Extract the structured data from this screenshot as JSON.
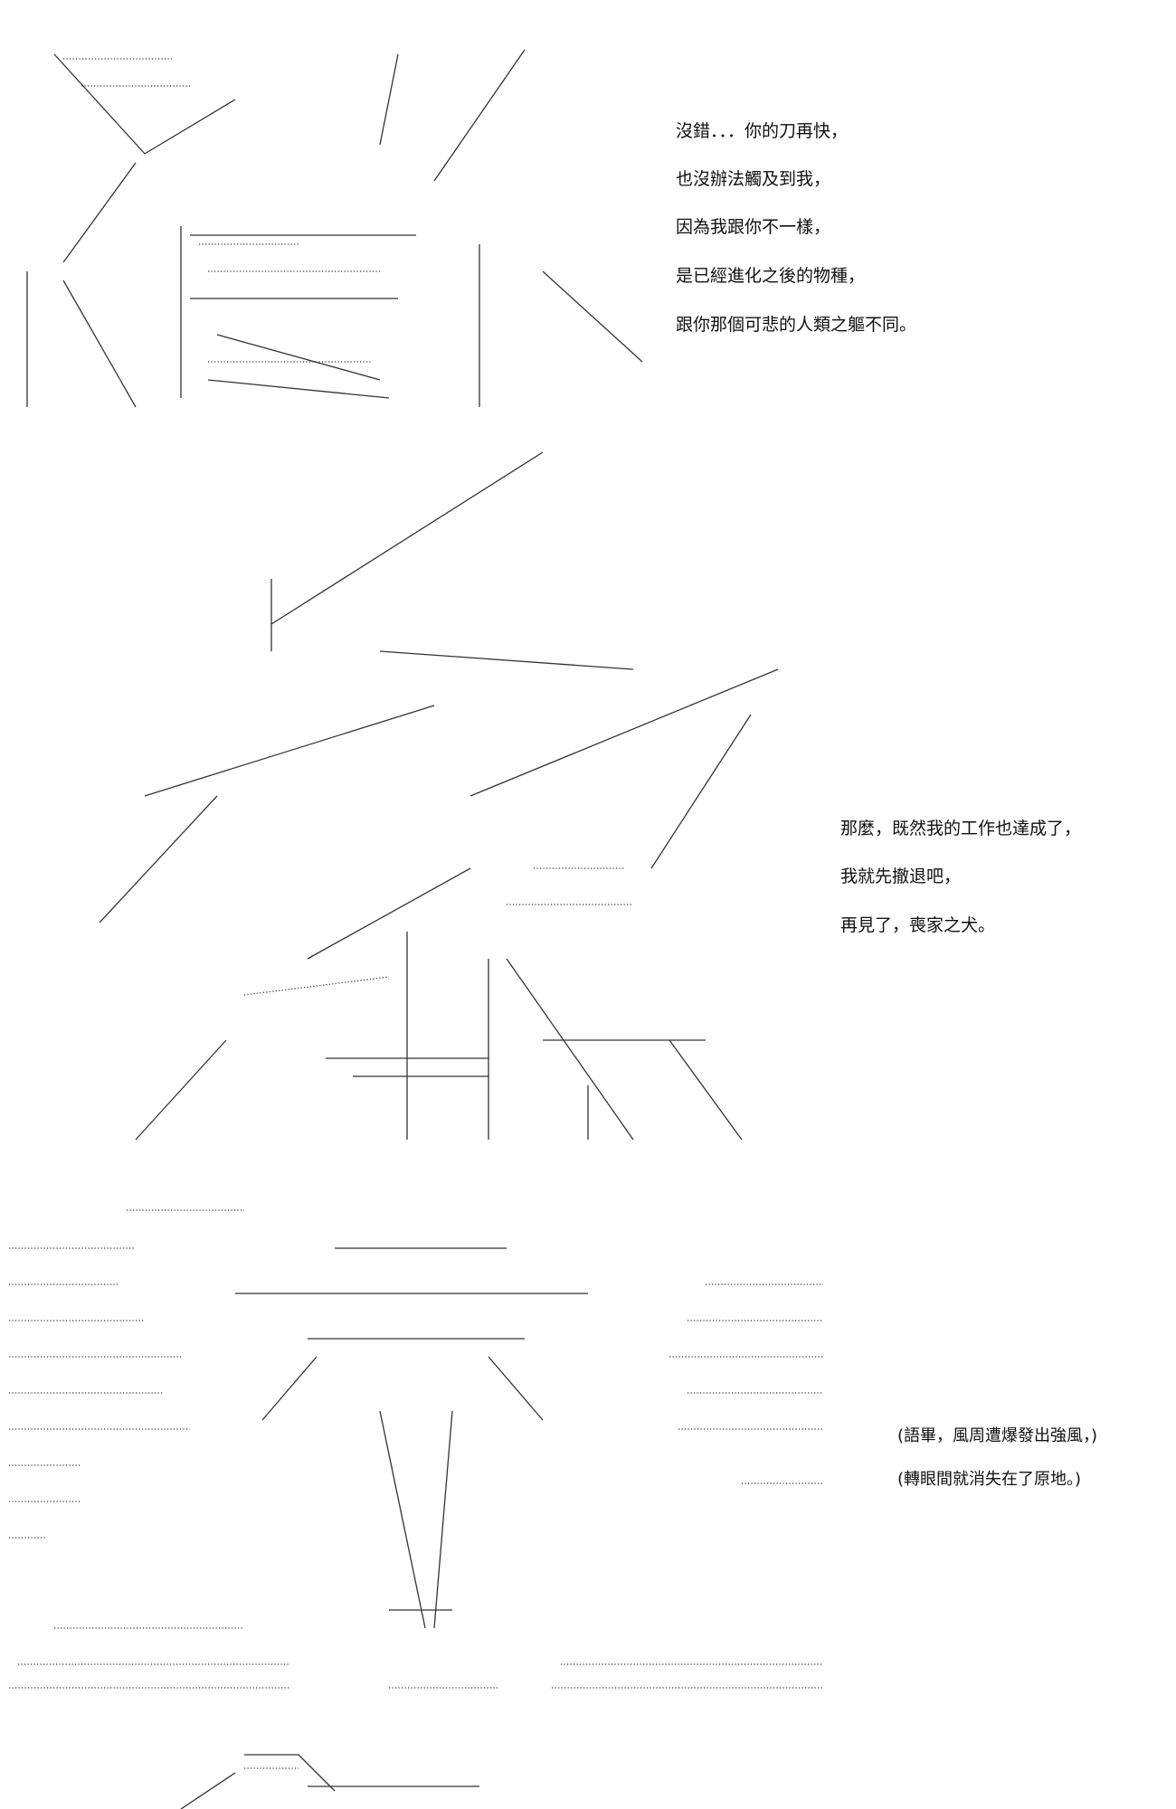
{
  "panels": [
    {
      "lines": [
        "沒錯．．．你的刀再快，",
        "也沒辦法觸及到我，",
        "因為我跟你不一樣，",
        "是已經進化之後的物種，",
        "跟你那個可悲的人類之軀不同。"
      ]
    },
    {
      "lines": [
        "那麼，既然我的工作也達成了，",
        "我就先撤退吧，",
        "再見了，喪家之犬。"
      ]
    },
    {
      "lines": [
        "(語畢，風周遭爆發出強風，)",
        "(轉眼間就消失在了原地。)"
      ]
    }
  ]
}
